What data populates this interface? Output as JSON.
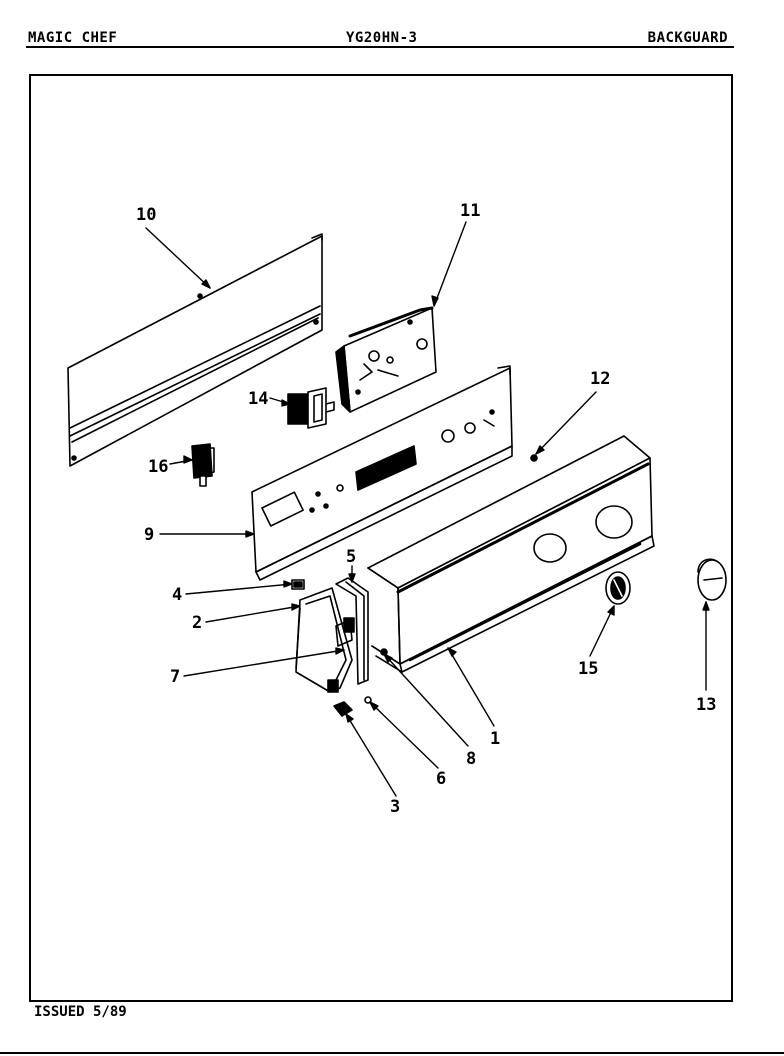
{
  "header": {
    "brand": "MAGIC CHEF",
    "model": "YG20HN-3",
    "section": "BACKGUARD"
  },
  "footer": {
    "issued": "ISSUED 5/89"
  },
  "callouts": {
    "c1": "1",
    "c2": "2",
    "c3": "3",
    "c4": "4",
    "c5": "5",
    "c6": "6",
    "c7": "7",
    "c8": "8",
    "c9": "9",
    "c10": "10",
    "c11": "11",
    "c12": "12",
    "c13": "13",
    "c14": "14",
    "c15": "15",
    "c16": "16"
  }
}
